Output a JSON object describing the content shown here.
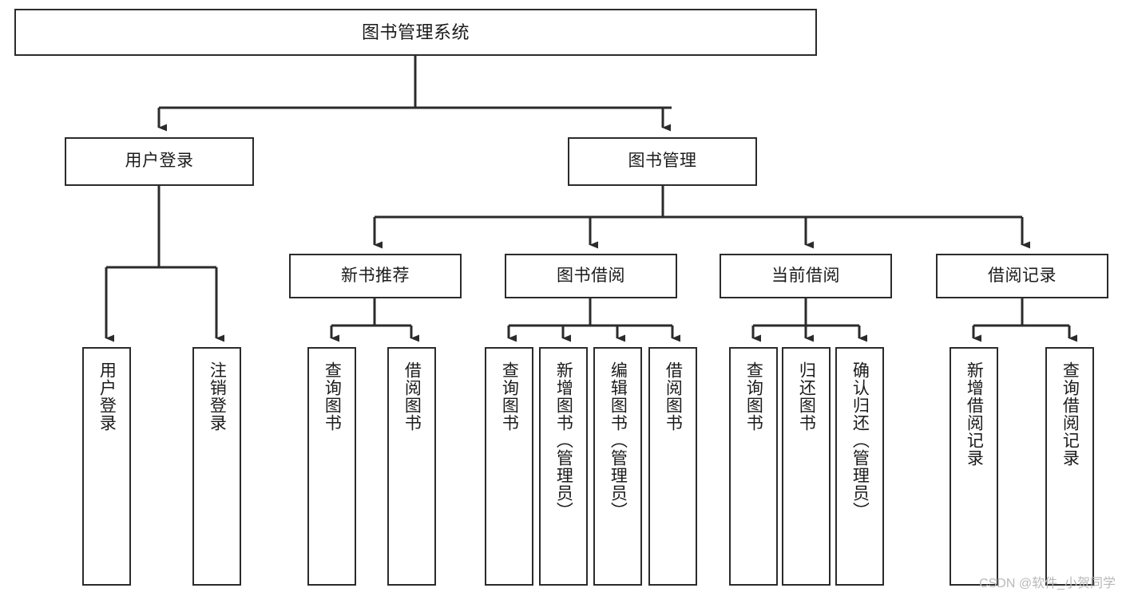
{
  "diagram": {
    "title": "图书管理系统",
    "type": "tree",
    "watermark": "CSDN @软件_小贺同学",
    "colors": {
      "box_border": "#2b2b2b",
      "box_fill": "#ffffff",
      "edge": "#2b2b2b",
      "text": "#1b1b1b",
      "watermark": "#b9b9b9"
    },
    "root": {
      "label": "图书管理系统"
    },
    "level1": [
      {
        "label": "用户登录"
      },
      {
        "label": "图书管理"
      }
    ],
    "level2": [
      {
        "label": "新书推荐"
      },
      {
        "label": "图书借阅"
      },
      {
        "label": "当前借阅"
      },
      {
        "label": "借阅记录"
      }
    ],
    "leaves": {
      "user_login": [
        {
          "label": "用户登录"
        },
        {
          "label": "注销登录"
        }
      ],
      "new_book_recommend": [
        {
          "label": "查询图书"
        },
        {
          "label": "借阅图书"
        }
      ],
      "book_borrow": [
        {
          "label": "查询图书"
        },
        {
          "label": "新增图书（管理员）"
        },
        {
          "label": "编辑图书（管理员）"
        },
        {
          "label": "借阅图书"
        }
      ],
      "current_borrow": [
        {
          "label": "查询图书"
        },
        {
          "label": "归还图书"
        },
        {
          "label": "确认归还（管理员）"
        }
      ],
      "borrow_record": [
        {
          "label": "新增借阅记录"
        },
        {
          "label": "查询借阅记录"
        }
      ]
    }
  }
}
